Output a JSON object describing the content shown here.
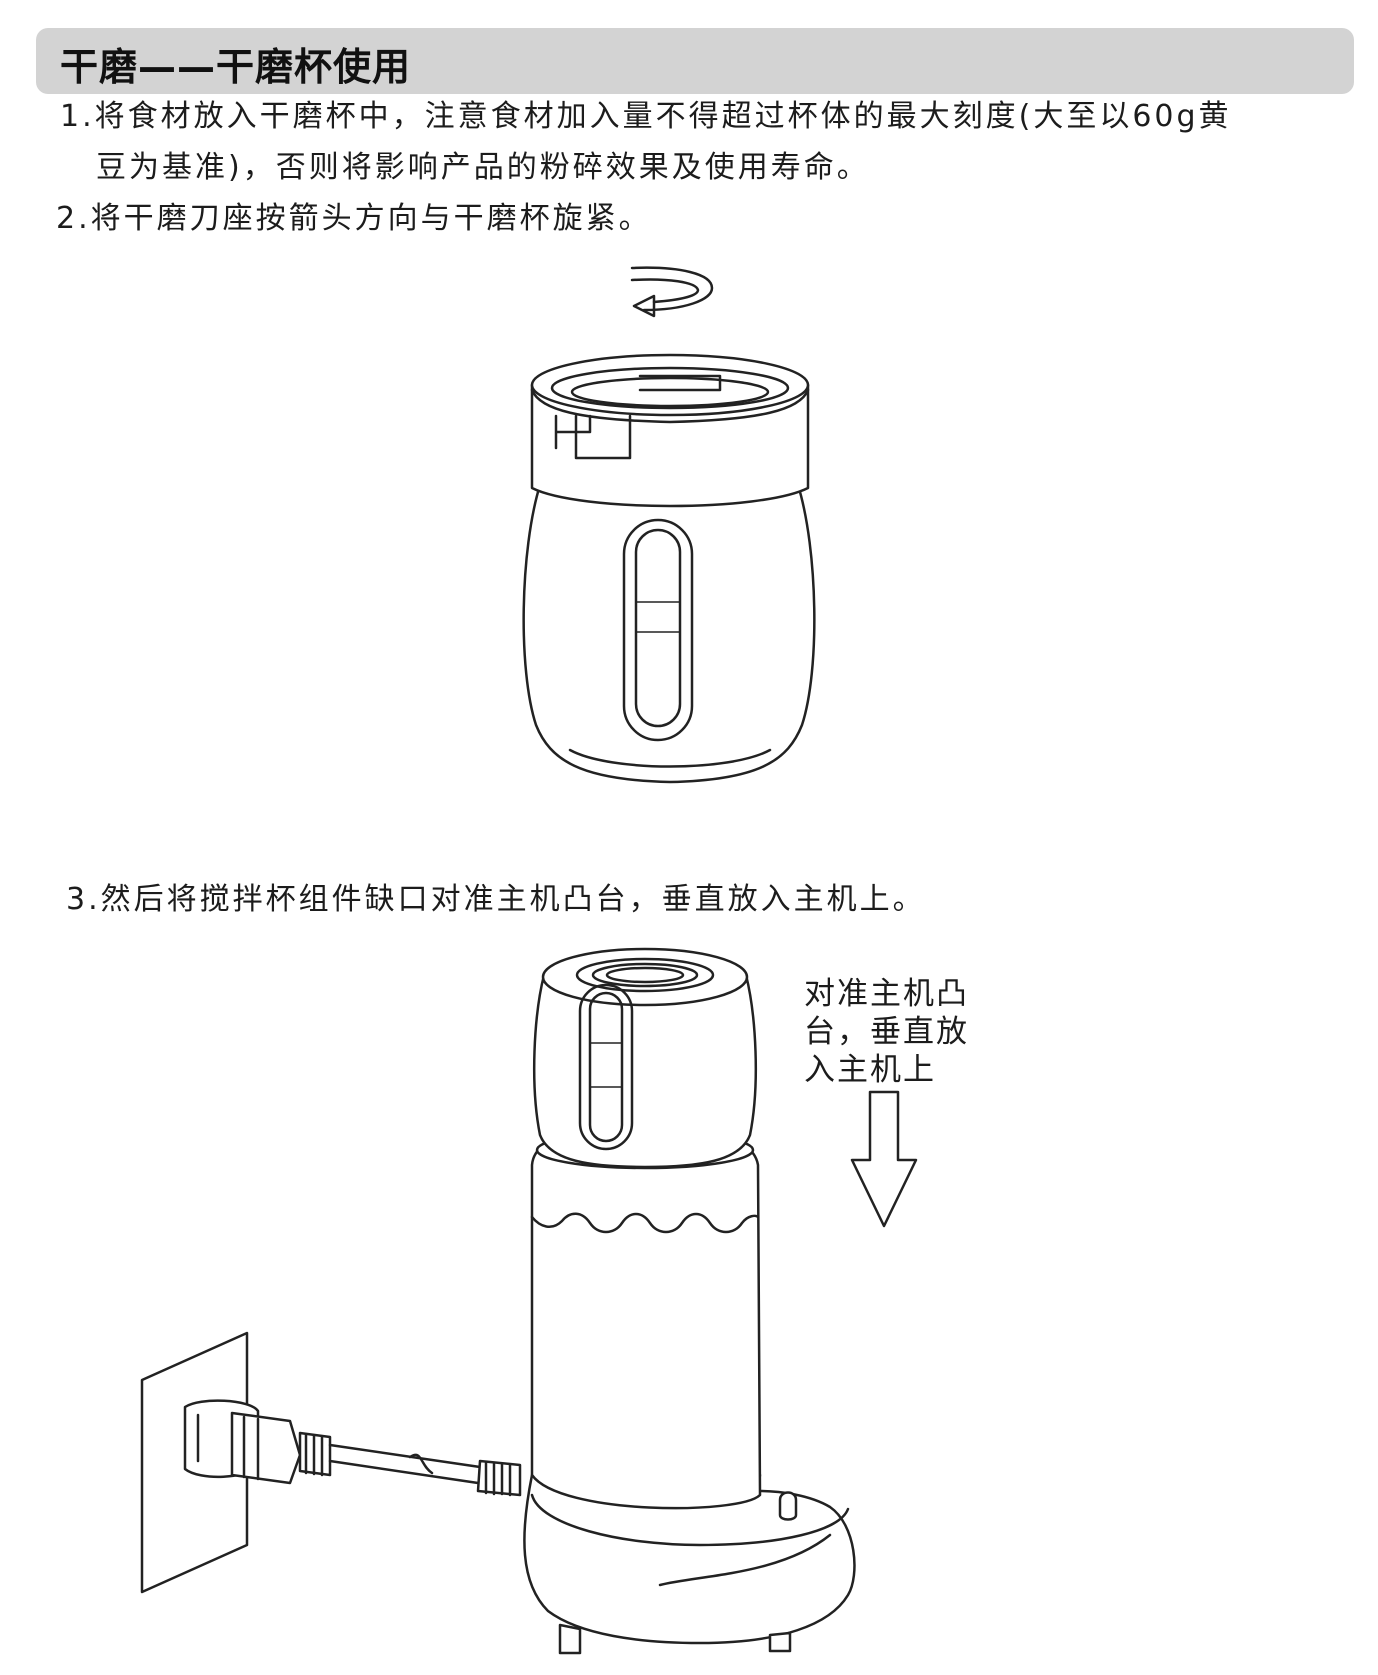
{
  "header": {
    "title": "干磨——干磨杯使用"
  },
  "steps": {
    "step1_line1": "1.将食材放入干磨杯中，注意食材加入量不得超过杯体的最大刻度(大至以60g黄",
    "step1_line2": "豆为基准)，否则将影响产品的粉碎效果及使用寿命。",
    "step2": "2.将干磨刀座按箭头方向与干磨杯旋紧。",
    "step3": "3.然后将搅拌杯组件缺口对准主机凸台，垂直放入主机上。"
  },
  "callout": {
    "line1": "对准主机凸",
    "line2": "台，垂直放",
    "line3": "入主机上"
  },
  "icons": {
    "rotate_arrow": "rotate-arrow-icon",
    "down_arrow": "down-arrow-icon"
  },
  "colors": {
    "header_bar": "#d3d3d3",
    "line_art": "#222222"
  }
}
